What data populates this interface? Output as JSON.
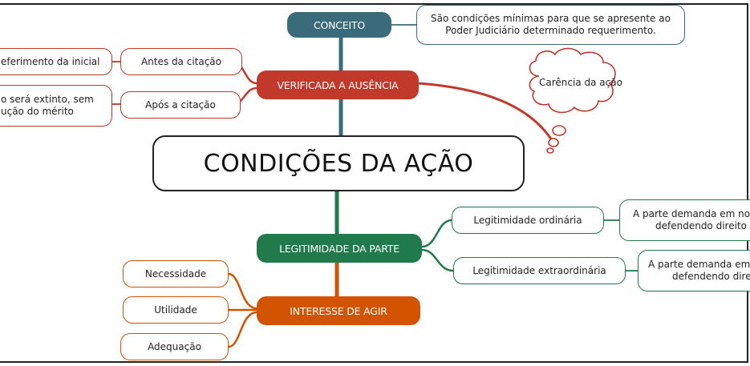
{
  "central": {
    "title": "CONDIÇÕES DA AÇÃO"
  },
  "conceito": {
    "label": "CONCEITO",
    "note": "São condições mínimas para que se apresente ao Poder Judiciário determinado requerimento.",
    "color": "#3a6b7a"
  },
  "ausencia": {
    "label": "VERIFICADA A AUSÊNCIA",
    "color": "#c0392b",
    "items": [
      {
        "label": "Antes da citação",
        "note": "eferimento da inicial"
      },
      {
        "label": "Após a citação",
        "note_line1": "o será extinto, sem",
        "note_line2": "ução do mérito"
      }
    ],
    "cloud": "Carência da ação"
  },
  "legitimidade": {
    "label": "LEGITIMIDADE DA PARTE",
    "color": "#217a4b",
    "items": [
      {
        "label": "Legitimidade ordinária",
        "note_line1": "A parte demanda em no",
        "note_line2": "defendendo direito p"
      },
      {
        "label": "Legitimidade extraordinária",
        "note_line1": "A parte demanda em",
        "note_line2": "defendendo dire"
      }
    ]
  },
  "interesse": {
    "label": "INTERESSE DE AGIR",
    "color": "#d35400",
    "items": [
      "Necessidade",
      "Utilidade",
      "Adequação"
    ]
  }
}
